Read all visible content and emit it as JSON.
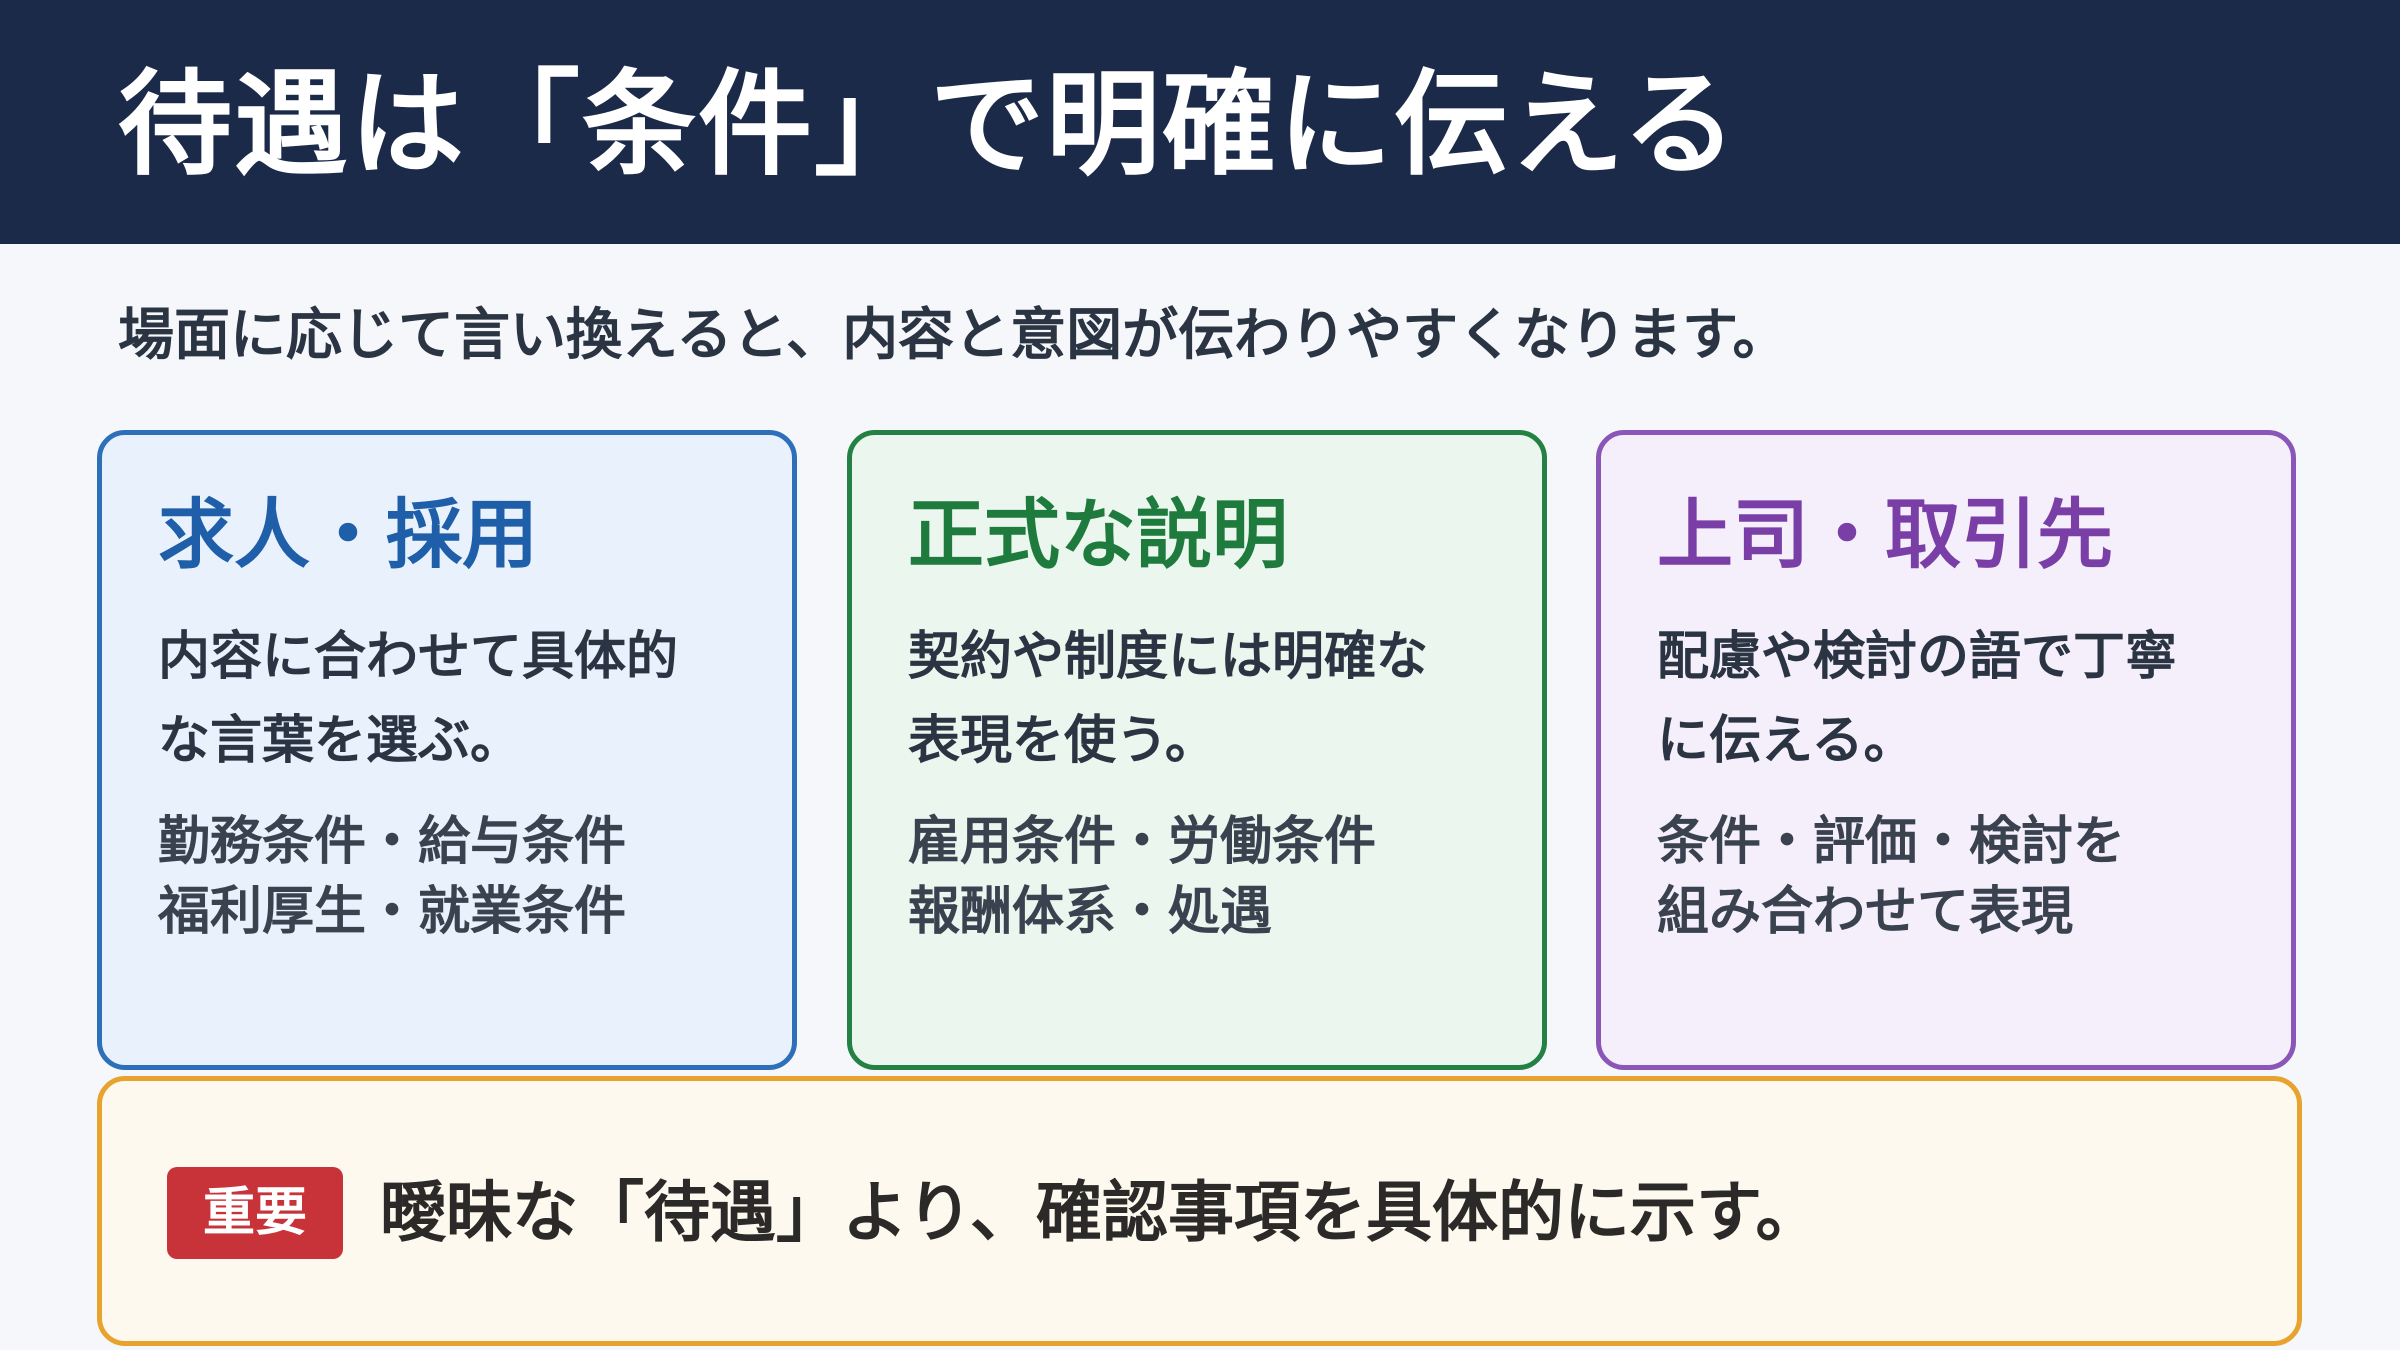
{
  "header": {
    "title": "待遇は「条件」で明確に伝える"
  },
  "subtitle": "場面に応じて言い換えると、内容と意図が伝わりやすくなります。",
  "cards": [
    {
      "title": "求人・採用",
      "desc_lines": [
        "内容に合わせて具体的",
        "な言葉を選ぶ。"
      ],
      "example_lines": [
        "勤務条件・給与条件",
        "福利厚生・就業条件"
      ],
      "accent_color": "#2e6fba"
    },
    {
      "title": "正式な説明",
      "desc_lines": [
        "契約や制度には明確な",
        "表現を使う。"
      ],
      "example_lines": [
        "雇用条件・労働条件",
        "報酬体系・処遇"
      ],
      "accent_color": "#248043"
    },
    {
      "title": "上司・取引先",
      "desc_lines": [
        "配慮や検討の語で丁寧",
        "に伝える。"
      ],
      "example_lines": [
        "条件・評価・検討を",
        "組み合わせて表現"
      ],
      "accent_color": "#8a56b8"
    }
  ],
  "note": {
    "badge": "重要",
    "text": "曖昧な「待遇」より、確認事項を具体的に示す。",
    "badge_color": "#c8333a",
    "border_color": "#e8a22e"
  },
  "colors": {
    "header_bg": "#1c2a4a",
    "page_bg": "#f5f7fb"
  }
}
